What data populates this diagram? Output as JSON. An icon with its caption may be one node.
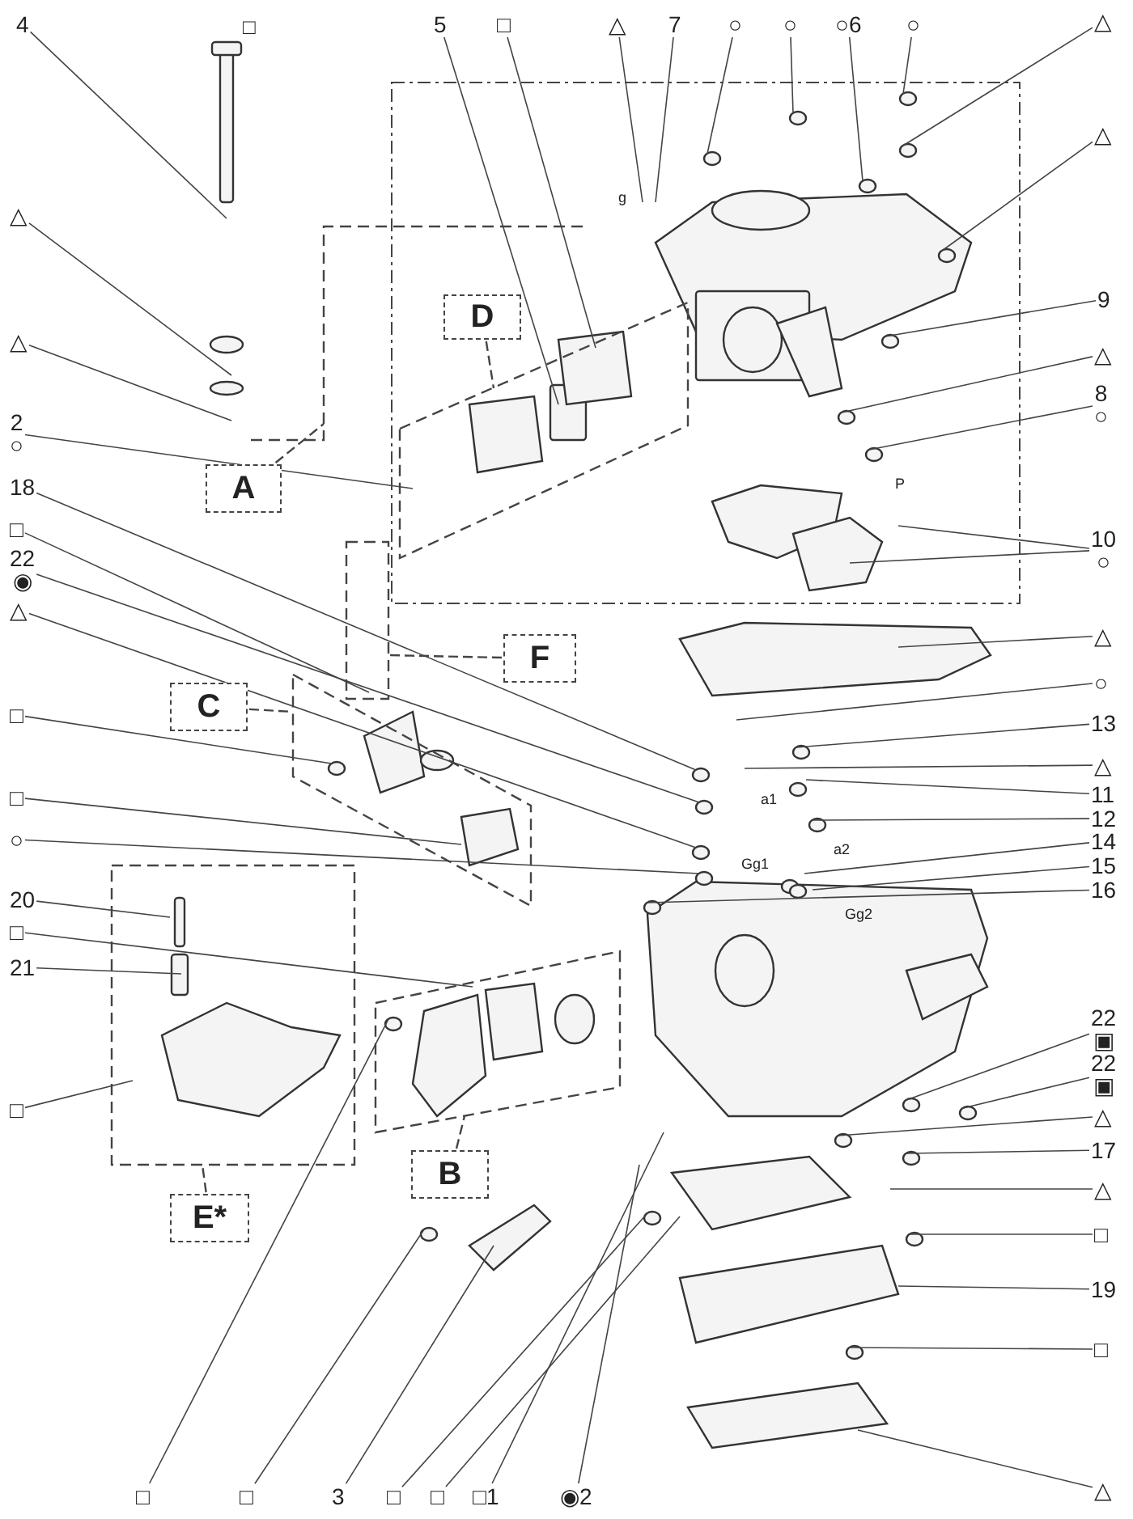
{
  "diagram": {
    "nodes": [
      {
        "text": [
          "4"
        ]
      },
      {
        "text": [
          "5"
        ]
      },
      {
        "text": [
          "□"
        ]
      },
      {
        "text": [
          "△"
        ]
      },
      {
        "text": [
          "7"
        ]
      },
      {
        "text": [
          "○"
        ]
      },
      {
        "text": [
          "○"
        ]
      },
      {
        "text": [
          "○",
          "6"
        ]
      },
      {
        "text": [
          "○"
        ]
      },
      {
        "text": [
          "△"
        ]
      },
      {
        "text": [
          "△"
        ]
      },
      {
        "text": [
          "9"
        ]
      },
      {
        "text": [
          "△"
        ]
      },
      {
        "text": [
          "8",
          "○"
        ]
      },
      {
        "text": [
          "10",
          "○"
        ]
      },
      {
        "text": [
          "△"
        ]
      },
      {
        "text": [
          "△"
        ]
      },
      {
        "text": [
          "2",
          "○"
        ]
      },
      {
        "text": [
          "18"
        ]
      },
      {
        "text": [
          "□"
        ]
      },
      {
        "text": [
          "22",
          "◉"
        ]
      },
      {
        "text": [
          "△"
        ]
      },
      {
        "text": [
          "□"
        ]
      },
      {
        "text": [
          "□"
        ]
      },
      {
        "text": [
          "○"
        ]
      },
      {
        "text": [
          "20"
        ]
      },
      {
        "text": [
          "□"
        ]
      },
      {
        "text": [
          "21"
        ]
      },
      {
        "text": [
          "□"
        ]
      },
      {
        "text": [
          "△"
        ]
      },
      {
        "text": [
          "○"
        ]
      },
      {
        "text": [
          "13"
        ]
      },
      {
        "text": [
          "△"
        ]
      },
      {
        "text": [
          "11"
        ]
      },
      {
        "text": [
          "12"
        ]
      },
      {
        "text": [
          "14"
        ]
      },
      {
        "text": [
          "15"
        ]
      },
      {
        "text": [
          "16"
        ]
      },
      {
        "text": [
          "22",
          "▣"
        ]
      },
      {
        "text": [
          "22",
          "▣"
        ]
      },
      {
        "text": [
          "△"
        ]
      },
      {
        "text": [
          "17"
        ]
      },
      {
        "text": [
          "△"
        ]
      },
      {
        "text": [
          "□"
        ]
      },
      {
        "text": [
          "19"
        ]
      },
      {
        "text": [
          "□"
        ]
      },
      {
        "text": [
          "△"
        ]
      },
      {
        "text": [
          "□"
        ]
      },
      {
        "text": [
          "□"
        ]
      },
      {
        "text": [
          "3"
        ]
      },
      {
        "text": [
          "□"
        ]
      },
      {
        "text": [
          "□"
        ]
      },
      {
        "text": [
          "□",
          "1"
        ]
      },
      {
        "text": [
          "◉",
          "2"
        ]
      },
      {
        "text": [
          "D"
        ]
      },
      {
        "text": [
          "A"
        ]
      },
      {
        "text": [
          "F"
        ]
      },
      {
        "text": [
          "C"
        ]
      },
      {
        "text": [
          "B"
        ]
      },
      {
        "text": [
          "E*"
        ]
      }
    ],
    "edges": [
      {
        "from": 0,
        "to": null,
        "arrow": "none"
      },
      {
        "from": 1,
        "to": null,
        "arrow": "none"
      },
      {
        "from": 2,
        "to": null,
        "arrow": "none"
      },
      {
        "from": 3,
        "to": null,
        "arrow": "none"
      },
      {
        "from": 4,
        "to": null,
        "arrow": "none"
      },
      {
        "from": 5,
        "to": null,
        "arrow": "none"
      },
      {
        "from": 6,
        "to": null,
        "arrow": "none"
      },
      {
        "from": 7,
        "to": null,
        "arrow": "none"
      },
      {
        "from": 8,
        "to": null,
        "arrow": "none"
      },
      {
        "from": 9,
        "to": null,
        "arrow": "none"
      },
      {
        "from": 10,
        "to": null,
        "arrow": "none"
      },
      {
        "from": 11,
        "to": null,
        "arrow": "none"
      },
      {
        "from": 12,
        "to": null,
        "arrow": "none"
      },
      {
        "from": 13,
        "to": null,
        "arrow": "none"
      },
      {
        "from": 14,
        "to": null,
        "arrow": "none"
      },
      {
        "from": 14,
        "to": null,
        "arrow": "none"
      },
      {
        "from": 15,
        "to": null,
        "arrow": "none"
      },
      {
        "from": 16,
        "to": null,
        "arrow": "none"
      },
      {
        "from": 17,
        "to": null,
        "arrow": "none"
      },
      {
        "from": 18,
        "to": null,
        "arrow": "none"
      },
      {
        "from": 19,
        "to": null,
        "arrow": "none"
      },
      {
        "from": 20,
        "to": null,
        "arrow": "none"
      },
      {
        "from": 21,
        "to": null,
        "arrow": "none"
      },
      {
        "from": 22,
        "to": null,
        "arrow": "none"
      },
      {
        "from": 23,
        "to": null,
        "arrow": "none"
      },
      {
        "from": 24,
        "to": null,
        "arrow": "none"
      },
      {
        "from": 25,
        "to": null,
        "arrow": "none"
      },
      {
        "from": 26,
        "to": null,
        "arrow": "none"
      },
      {
        "from": 27,
        "to": null,
        "arrow": "none"
      },
      {
        "from": 28,
        "to": null,
        "arrow": "none"
      },
      {
        "from": 29,
        "to": null,
        "arrow": "none"
      },
      {
        "from": 30,
        "to": null,
        "arrow": "none"
      },
      {
        "from": 31,
        "to": null,
        "arrow": "none"
      },
      {
        "from": 32,
        "to": null,
        "arrow": "none"
      },
      {
        "from": 33,
        "to": null,
        "arrow": "none"
      },
      {
        "from": 34,
        "to": null,
        "arrow": "none"
      },
      {
        "from": 35,
        "to": null,
        "arrow": "none"
      },
      {
        "from": 36,
        "to": null,
        "arrow": "none"
      },
      {
        "from": 37,
        "to": null,
        "arrow": "none"
      },
      {
        "from": 38,
        "to": null,
        "arrow": "none"
      },
      {
        "from": 39,
        "to": null,
        "arrow": "none"
      },
      {
        "from": 40,
        "to": null,
        "arrow": "none"
      },
      {
        "from": 41,
        "to": null,
        "arrow": "none"
      },
      {
        "from": 42,
        "to": null,
        "arrow": "none"
      },
      {
        "from": 43,
        "to": null,
        "arrow": "none"
      },
      {
        "from": 44,
        "to": null,
        "arrow": "none"
      },
      {
        "from": 45,
        "to": null,
        "arrow": "none"
      },
      {
        "from": 46,
        "to": null,
        "arrow": "none"
      },
      {
        "from": 47,
        "to": null,
        "arrow": "none"
      },
      {
        "from": 48,
        "to": null,
        "arrow": "none"
      },
      {
        "from": 49,
        "to": null,
        "arrow": "none"
      },
      {
        "from": 50,
        "to": null,
        "arrow": "none"
      },
      {
        "from": 51,
        "to": null,
        "arrow": "none"
      },
      {
        "from": 52,
        "to": null,
        "arrow": "none"
      },
      {
        "from": 53,
        "to": null,
        "arrow": "none"
      },
      {
        "from": 54,
        "to": null,
        "arrow": "none",
        "style": "dashed"
      },
      {
        "from": 55,
        "to": null,
        "arrow": "none",
        "style": "dashed"
      },
      {
        "from": 56,
        "to": null,
        "arrow": "none",
        "style": "dashed"
      },
      {
        "from": 57,
        "to": null,
        "arrow": "none",
        "style": "dashed"
      },
      {
        "from": 58,
        "to": null,
        "arrow": "none",
        "style": "dashed"
      },
      {
        "from": 59,
        "to": null,
        "arrow": "none",
        "style": "dashed"
      }
    ],
    "labels": [
      "□",
      "g",
      "P",
      "a1",
      "a2",
      "Gg1",
      "Gg2"
    ]
  }
}
